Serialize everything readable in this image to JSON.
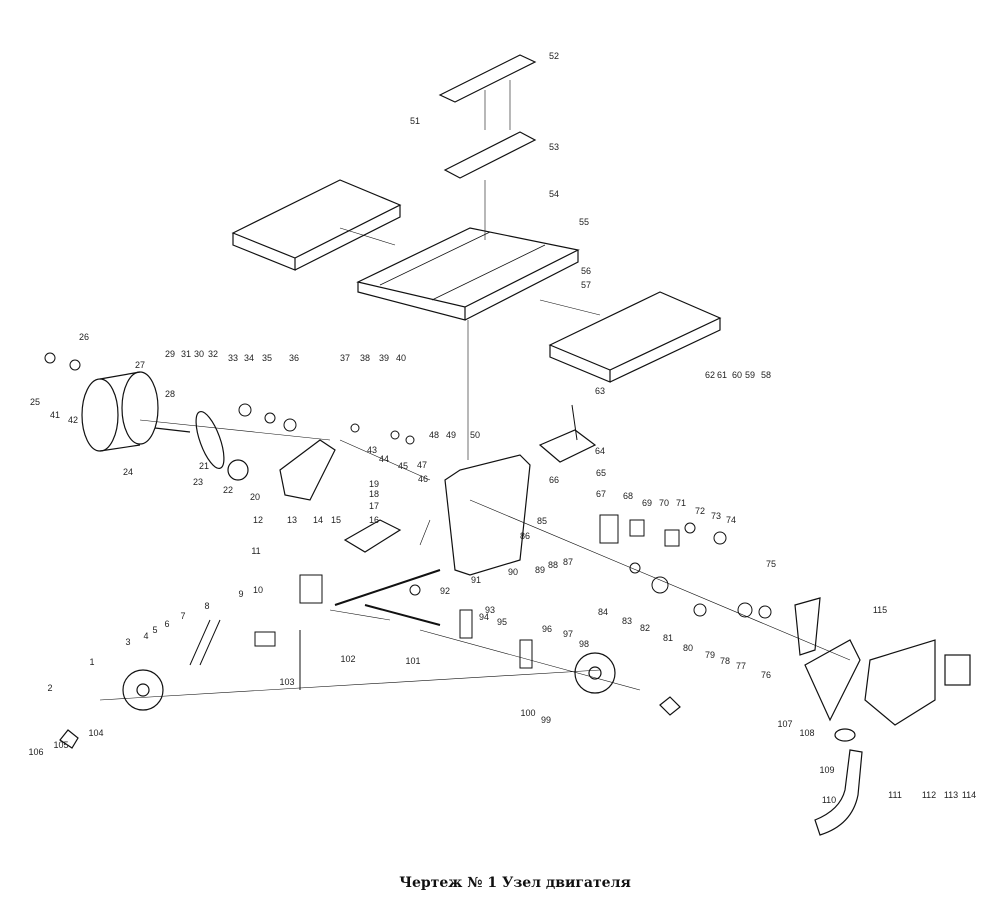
{
  "caption": "Чертеж № 1 Узел двигателя",
  "parts": [
    "1",
    "2",
    "3",
    "4",
    "5",
    "6",
    "7",
    "8",
    "9",
    "10",
    "11",
    "12",
    "13",
    "14",
    "15",
    "16",
    "17",
    "18",
    "19",
    "20",
    "21",
    "22",
    "23",
    "24",
    "25",
    "26",
    "27",
    "28",
    "29",
    "30",
    "31",
    "32",
    "33",
    "34",
    "35",
    "36",
    "37",
    "38",
    "39",
    "40",
    "41",
    "42",
    "43",
    "44",
    "45",
    "46",
    "47",
    "48",
    "49",
    "50",
    "51",
    "52",
    "53",
    "54",
    "55",
    "56",
    "57",
    "58",
    "59",
    "60",
    "61",
    "62",
    "63",
    "64",
    "65",
    "66",
    "67",
    "68",
    "69",
    "70",
    "71",
    "72",
    "73",
    "74",
    "75",
    "76",
    "77",
    "78",
    "79",
    "80",
    "81",
    "82",
    "83",
    "84",
    "85",
    "86",
    "87",
    "88",
    "89",
    "90",
    "91",
    "92",
    "93",
    "94",
    "95",
    "96",
    "97",
    "98",
    "99",
    "100",
    "101",
    "102",
    "103",
    "104",
    "105",
    "106",
    "107",
    "108",
    "109",
    "110",
    "111",
    "112",
    "113",
    "114",
    "115"
  ]
}
